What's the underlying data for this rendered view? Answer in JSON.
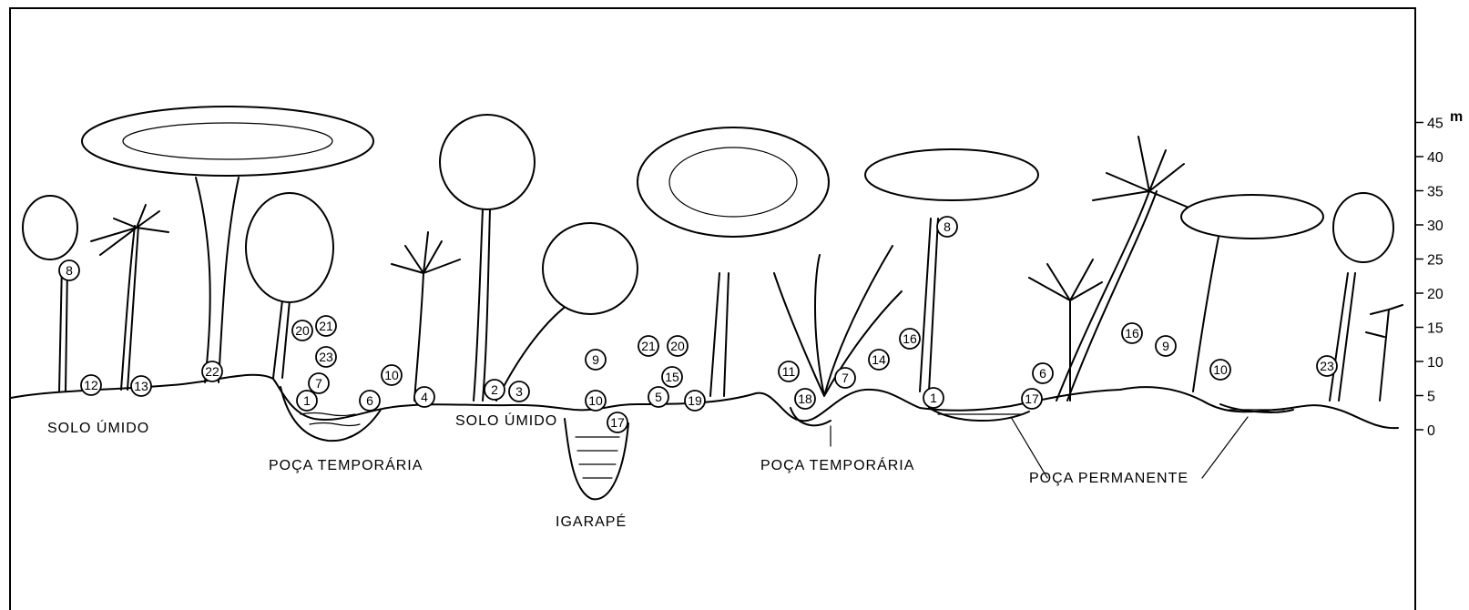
{
  "labels": {
    "solo_umido_left": "SOLO ÚMIDO",
    "poca_temporaria_1": "POÇA TEMPORÁRIA",
    "solo_umido_mid": "SOLO ÚMIDO",
    "igarape": "IGARAPÉ",
    "poca_temporaria_2": "POÇA TEMPORÁRIA",
    "poca_permanente": "POÇA PERMANENTE"
  },
  "scale": {
    "ticks": [
      "0",
      "5",
      "10",
      "15",
      "20",
      "25",
      "30",
      "35",
      "40",
      "45"
    ],
    "unit": "m"
  },
  "markers": [
    "8",
    "12",
    "13",
    "22",
    "20",
    "21",
    "23",
    "7",
    "1",
    "6",
    "10",
    "4",
    "2",
    "3",
    "9",
    "10",
    "17",
    "21",
    "20",
    "15",
    "5",
    "19",
    "11",
    "18",
    "7",
    "14",
    "16",
    "1",
    "8",
    "6",
    "17",
    "16",
    "9",
    "10",
    "23"
  ]
}
